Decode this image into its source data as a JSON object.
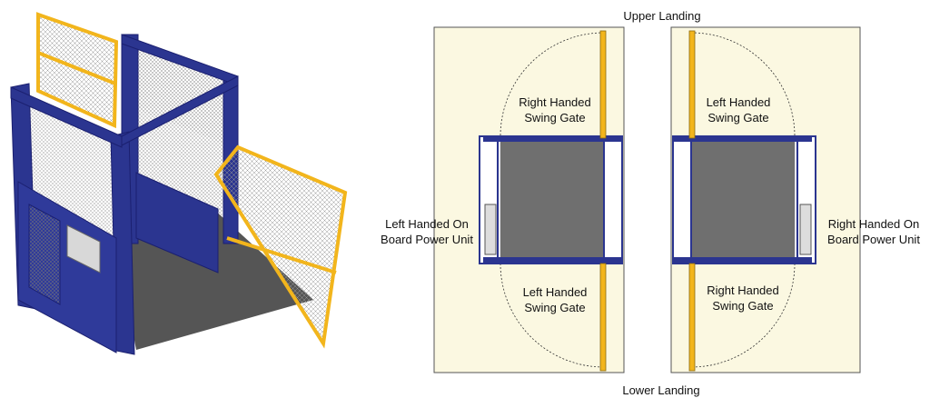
{
  "labels": {
    "upper_landing": "Upper Landing",
    "lower_landing": "Lower Landing",
    "left_plan_top_gate": [
      "Right Handed",
      "Swing Gate"
    ],
    "left_plan_bottom_gate": [
      "Left Handed",
      "Swing Gate"
    ],
    "right_plan_top_gate": [
      "Left Handed",
      "Swing Gate"
    ],
    "right_plan_bottom_gate": [
      "Right Handed",
      "Swing Gate"
    ],
    "left_power_unit": [
      "Left Handed On",
      "Board Power Unit"
    ],
    "right_power_unit": [
      "Right Handed On",
      "Board Power Unit"
    ]
  },
  "colors": {
    "frame_blue": "#2b3590",
    "gate_yellow": "#f2b51c",
    "floor_gray": "#6f6f6f",
    "plan_background": "#fbf8e1"
  }
}
